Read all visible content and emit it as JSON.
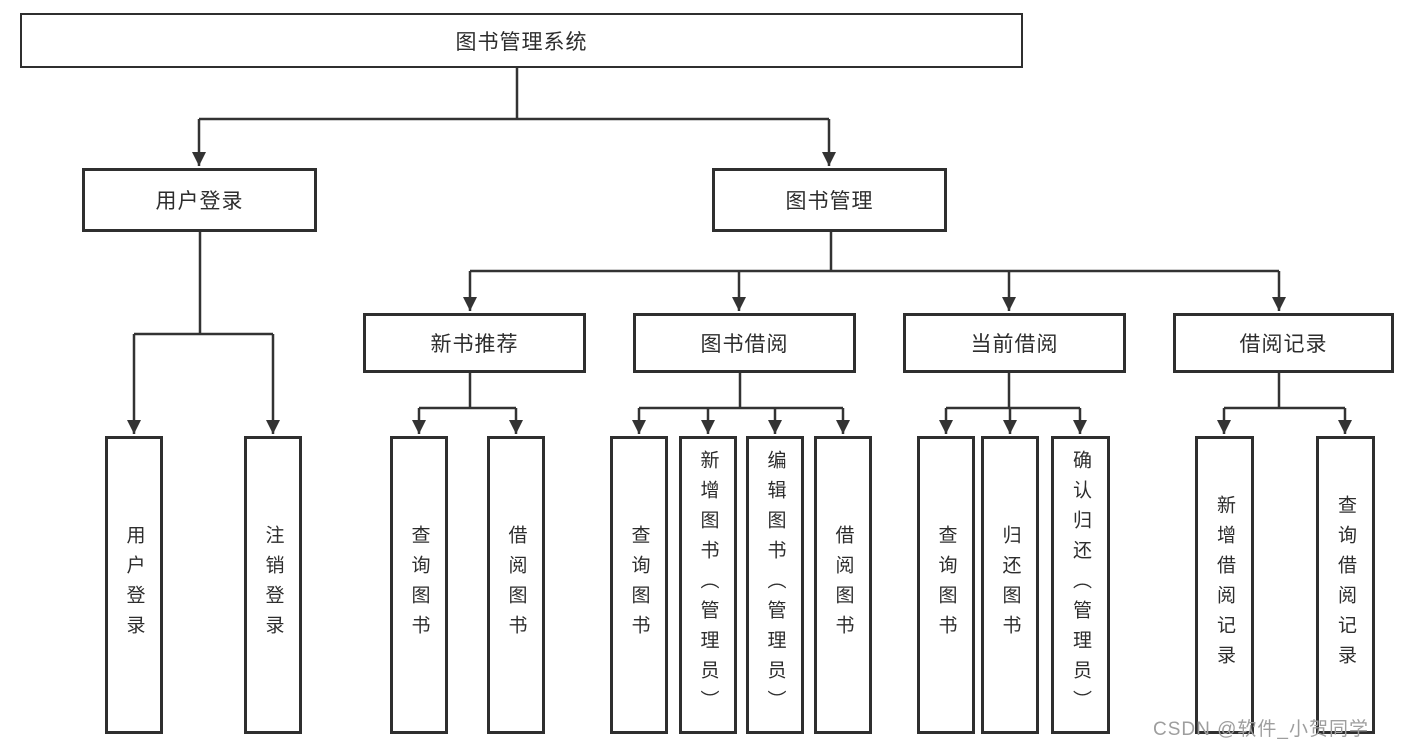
{
  "tree": {
    "label": "图书管理系统",
    "children": [
      {
        "label": "用户登录",
        "children": [
          {
            "label": "用户登录"
          },
          {
            "label": "注销登录"
          }
        ]
      },
      {
        "label": "图书管理",
        "children": [
          {
            "label": "新书推荐",
            "children": [
              {
                "label": "查询图书"
              },
              {
                "label": "借阅图书"
              }
            ]
          },
          {
            "label": "图书借阅",
            "children": [
              {
                "label": "查询图书"
              },
              {
                "label": "新增图书（管理员）"
              },
              {
                "label": "编辑图书（管理员）"
              },
              {
                "label": "借阅图书"
              }
            ]
          },
          {
            "label": "当前借阅",
            "children": [
              {
                "label": "查询图书"
              },
              {
                "label": "归还图书"
              },
              {
                "label": "确认归还（管理员）"
              }
            ]
          },
          {
            "label": "借阅记录",
            "children": [
              {
                "label": "新增借阅记录"
              },
              {
                "label": "查询借阅记录"
              }
            ]
          }
        ]
      }
    ]
  },
  "watermark": {
    "text": "CSDN @软件_小贺同学"
  },
  "colors": {
    "line": "#333333",
    "box_border": "#2f2f2f",
    "text": "#2d2d2d",
    "watermark": "#9e9e9e",
    "background": "#ffffff"
  }
}
